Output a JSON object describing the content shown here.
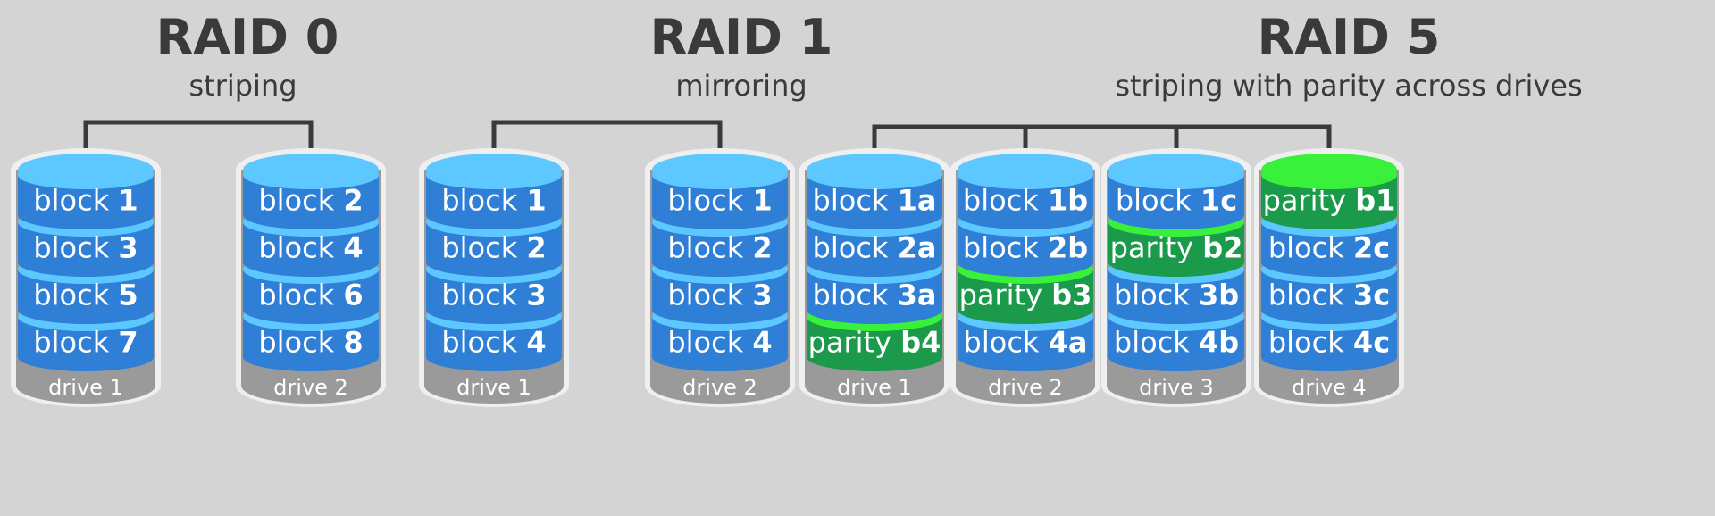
{
  "groups": [
    {
      "title": "RAID 0",
      "subtitle": "striping",
      "drives": [
        {
          "label": "drive 1",
          "blocks": [
            {
              "word": "block",
              "id": "1",
              "kind": "data"
            },
            {
              "word": "block",
              "id": "3",
              "kind": "data"
            },
            {
              "word": "block",
              "id": "5",
              "kind": "data"
            },
            {
              "word": "block",
              "id": "7",
              "kind": "data"
            }
          ]
        },
        {
          "label": "drive 2",
          "blocks": [
            {
              "word": "block",
              "id": "2",
              "kind": "data"
            },
            {
              "word": "block",
              "id": "4",
              "kind": "data"
            },
            {
              "word": "block",
              "id": "6",
              "kind": "data"
            },
            {
              "word": "block",
              "id": "8",
              "kind": "data"
            }
          ]
        }
      ]
    },
    {
      "title": "RAID 1",
      "subtitle": "mirroring",
      "equals": "=",
      "drives": [
        {
          "label": "drive 1",
          "blocks": [
            {
              "word": "block",
              "id": "1",
              "kind": "data"
            },
            {
              "word": "block",
              "id": "2",
              "kind": "data"
            },
            {
              "word": "block",
              "id": "3",
              "kind": "data"
            },
            {
              "word": "block",
              "id": "4",
              "kind": "data"
            }
          ]
        },
        {
          "label": "drive 2",
          "blocks": [
            {
              "word": "block",
              "id": "1",
              "kind": "data"
            },
            {
              "word": "block",
              "id": "2",
              "kind": "data"
            },
            {
              "word": "block",
              "id": "3",
              "kind": "data"
            },
            {
              "word": "block",
              "id": "4",
              "kind": "data"
            }
          ]
        }
      ]
    },
    {
      "title": "RAID 5",
      "subtitle": "striping with parity across drives",
      "drives": [
        {
          "label": "drive 1",
          "blocks": [
            {
              "word": "block",
              "id": "1a",
              "kind": "data"
            },
            {
              "word": "block",
              "id": "2a",
              "kind": "data"
            },
            {
              "word": "block",
              "id": "3a",
              "kind": "data"
            },
            {
              "word": "parity",
              "id": "b4",
              "kind": "parity"
            }
          ]
        },
        {
          "label": "drive 2",
          "blocks": [
            {
              "word": "block",
              "id": "1b",
              "kind": "data"
            },
            {
              "word": "block",
              "id": "2b",
              "kind": "data"
            },
            {
              "word": "parity",
              "id": "b3",
              "kind": "parity"
            },
            {
              "word": "block",
              "id": "4a",
              "kind": "data"
            }
          ]
        },
        {
          "label": "drive 3",
          "blocks": [
            {
              "word": "block",
              "id": "1c",
              "kind": "data"
            },
            {
              "word": "parity",
              "id": "b2",
              "kind": "parity"
            },
            {
              "word": "block",
              "id": "3b",
              "kind": "data"
            },
            {
              "word": "block",
              "id": "4b",
              "kind": "data"
            }
          ]
        },
        {
          "label": "drive 4",
          "blocks": [
            {
              "word": "parity",
              "id": "b1",
              "kind": "parity"
            },
            {
              "word": "block",
              "id": "2c",
              "kind": "data"
            },
            {
              "word": "block",
              "id": "3c",
              "kind": "data"
            },
            {
              "word": "block",
              "id": "4c",
              "kind": "data"
            }
          ]
        }
      ]
    }
  ],
  "colors": {
    "background": "#d4d4d4",
    "title_text": "#3a3a3a",
    "block_fill": "#2f7fd6",
    "block_top": "#5cc8ff",
    "parity_fill": "#1a9a4a",
    "parity_top": "#39f03a",
    "drive_body": "#9a9a9a",
    "drive_rim": "#efefef",
    "connector": "#3a3a3a"
  }
}
